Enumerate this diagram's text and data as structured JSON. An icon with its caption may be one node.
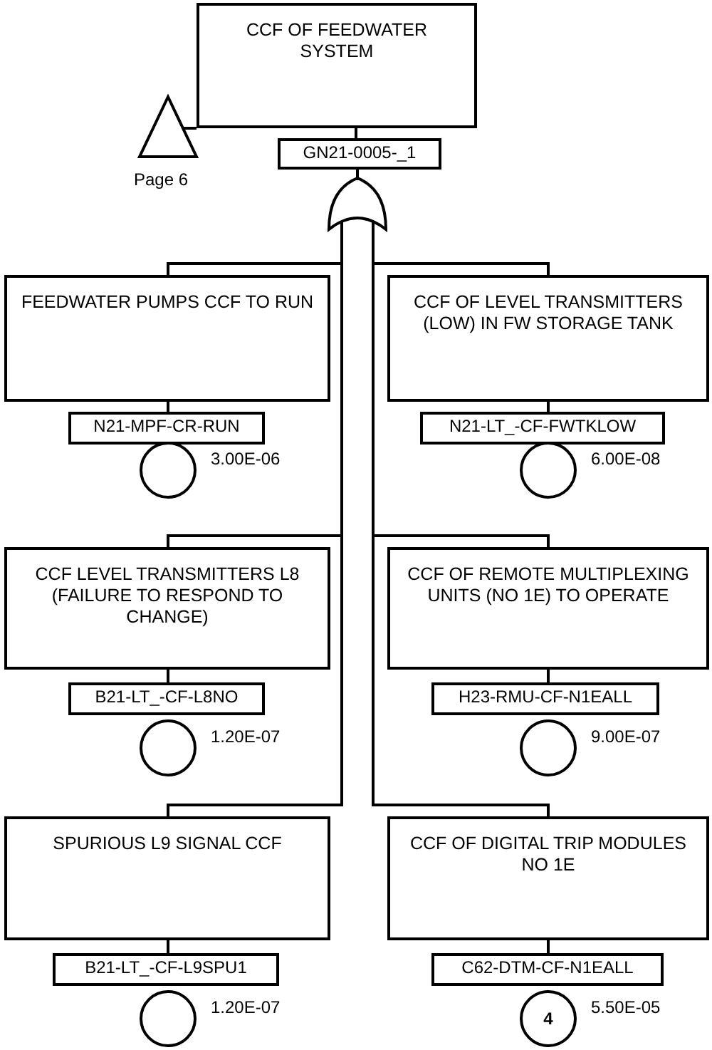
{
  "diagram": {
    "nodes": [
      {
        "text": [
          "CCF OF FEEDWATER SYSTEM",
          "GN21-0005-_1"
        ]
      },
      {
        "text": [
          "Page 6"
        ]
      },
      {
        "text": [],
        "shape": "gate"
      },
      {
        "text": [
          "FEEDWATER PUMPS CCF TO RUN",
          "N21-MPF-CR-RUN"
        ]
      },
      {
        "text": [],
        "shape": "circle",
        "beside": [
          "3.00E-06"
        ]
      },
      {
        "text": [
          "CCF OF LEVEL TRANSMITTERS (LOW) IN FW STORAGE TANK",
          "N21-LT_-CF-FWTKLOW"
        ]
      },
      {
        "text": [],
        "shape": "circle",
        "beside": [
          "6.00E-08"
        ]
      },
      {
        "text": [
          "CCF LEVEL TRANSMITTERS L8 (FAILURE TO RESPOND TO CHANGE)",
          "B21-LT_-CF-L8NO"
        ]
      },
      {
        "text": [],
        "shape": "circle",
        "beside": [
          "1.20E-07"
        ]
      },
      {
        "text": [
          "CCF OF REMOTE MULTIPLEXING UNITS (NO 1E) TO OPERATE",
          "H23-RMU-CF-N1EALL"
        ]
      },
      {
        "text": [],
        "shape": "circle",
        "beside": [
          "9.00E-07"
        ]
      },
      {
        "text": [
          "SPURIOUS L9 SIGNAL CCF",
          "B21-LT_-CF-L9SPU1"
        ]
      },
      {
        "text": [],
        "shape": "circle",
        "beside": [
          "1.20E-07"
        ]
      },
      {
        "text": [
          "CCF OF DIGITAL TRIP MODULES NO 1E",
          "C62-DTM-CF-N1EALL"
        ]
      },
      {
        "text": [
          "4"
        ],
        "beside": [
          "5.50E-05"
        ]
      }
    ],
    "edges": [
      {
        "from": 1,
        "to": 0,
        "arrow": "none"
      },
      {
        "from": 2,
        "to": 0,
        "arrow": "none"
      },
      {
        "from": 2,
        "to": 3,
        "arrow": "none"
      },
      {
        "from": 2,
        "to": 5,
        "arrow": "none"
      },
      {
        "from": 2,
        "to": 7,
        "arrow": "none"
      },
      {
        "from": 2,
        "to": 9,
        "arrow": "none"
      },
      {
        "from": 2,
        "to": 11,
        "arrow": "none"
      },
      {
        "from": 2,
        "to": 13,
        "arrow": "none"
      }
    ]
  }
}
